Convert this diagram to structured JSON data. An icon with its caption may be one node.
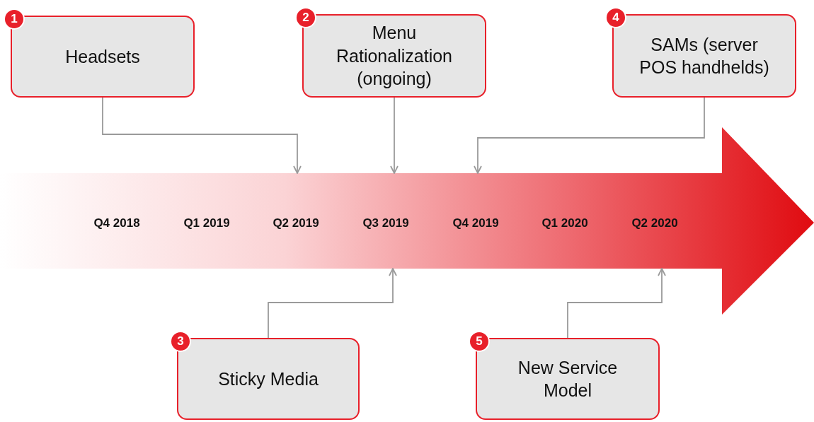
{
  "diagram": {
    "nodes": [
      {
        "text": [
          "1",
          "Headsets"
        ]
      },
      {
        "text": [
          "2",
          "Menu Rationalization (ongoing)"
        ]
      },
      {
        "text": [
          "3",
          "Sticky Media"
        ]
      },
      {
        "text": [
          "4",
          "SAMs (server POS handhelds)"
        ]
      },
      {
        "text": [
          "5",
          "New Service Model"
        ]
      },
      {
        "text": [
          "Q4 2018",
          "Q1 2019",
          "Q2 2019",
          "Q3 2019",
          "Q4 2019",
          "Q1 2020",
          "Q2 2020"
        ]
      }
    ],
    "edges": [
      {
        "from": 0,
        "to": 5,
        "arrow": "to"
      },
      {
        "from": 1,
        "to": 5,
        "arrow": "to"
      },
      {
        "from": 3,
        "to": 5,
        "arrow": "to"
      },
      {
        "from": 2,
        "to": 5,
        "arrow": "to"
      },
      {
        "from": 4,
        "to": 5,
        "arrow": "to"
      }
    ]
  }
}
